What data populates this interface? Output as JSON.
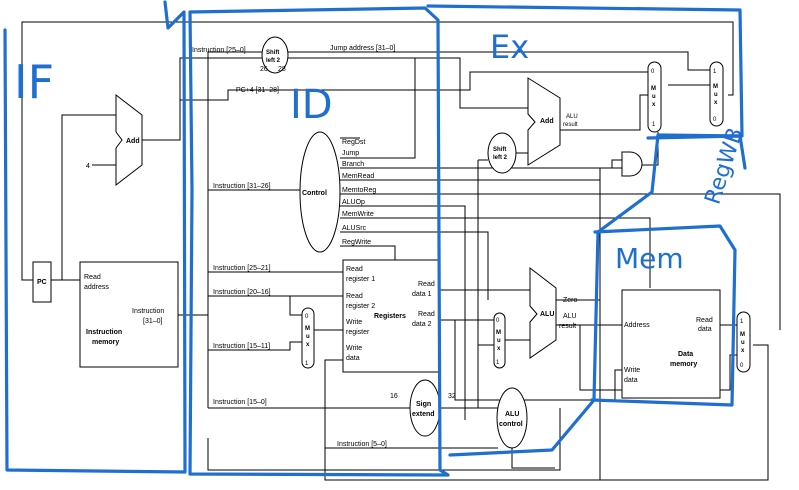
{
  "blocks": {
    "pc": "PC",
    "add1": "Add",
    "four": "4",
    "shift_left_top": [
      "Shift",
      "left 2"
    ],
    "shift_left_mid": [
      "Shift",
      "left 2"
    ],
    "control": "Control",
    "add2": "Add",
    "add2_result": [
      "ALU",
      "result"
    ],
    "instr_mem_inputs": [
      "Read",
      "address"
    ],
    "instr_mem_output": [
      "Instruction",
      "[31–0]"
    ],
    "instr_mem_name": [
      "Instruction",
      "memory"
    ],
    "reg_inputs": [
      "Read",
      "register 1",
      "Read",
      "register 2",
      "Write",
      "register",
      "Write",
      "data"
    ],
    "reg_outputs": [
      "Read",
      "data 1",
      "Read",
      "data 2"
    ],
    "reg_name": "Registers",
    "alu": "ALU",
    "alu_zero": "Zero",
    "alu_result": [
      "ALU",
      "result"
    ],
    "data_mem_inputs": [
      "Address",
      "Write",
      "data"
    ],
    "data_mem_output": [
      "Read",
      "data"
    ],
    "data_mem_name": [
      "Data",
      "memory"
    ],
    "sign_extend": [
      "Sign",
      "extend"
    ],
    "alu_control": [
      "ALU",
      "control"
    ],
    "mux_letters": [
      "M",
      "u",
      "x"
    ]
  },
  "control_signals": [
    "RegDst",
    "Jump",
    "Branch",
    "MemRead",
    "MemtoReg",
    "ALUOp",
    "MemWrite",
    "ALUSrc",
    "RegWrite"
  ],
  "wire_labels": {
    "instr_25_0": "Instruction [25–0]",
    "jump_address": "Jump address [31–0]",
    "pc4": "PC+4 [31–28]",
    "instr_31_26": "Instruction [31–26]",
    "instr_25_21": "Instruction [25–21]",
    "instr_20_16": "Instruction [20–16]",
    "instr_15_11": "Instruction [15–11]",
    "instr_15_0": "Instruction [15–0]",
    "instr_5_0": "Instruction [5–0]",
    "w26": "26",
    "w28": "28",
    "w16": "16",
    "w32": "32"
  },
  "mux_inputs": {
    "jump_mux": [
      "1",
      "0"
    ],
    "branch_mux": [
      "0",
      "1"
    ],
    "regdst_mux": [
      "0",
      "1"
    ],
    "alusrc_mux": [
      "0",
      "1"
    ],
    "memtoreg_mux": [
      "1",
      "0"
    ]
  },
  "annotations": {
    "if": "IF",
    "id": "ID",
    "ex": "Ex",
    "mem": "Mem",
    "regwb": "RegWB"
  },
  "colors": {
    "annotation": "#1f6fd0",
    "wire": "#000000",
    "background": "#ffffff"
  }
}
